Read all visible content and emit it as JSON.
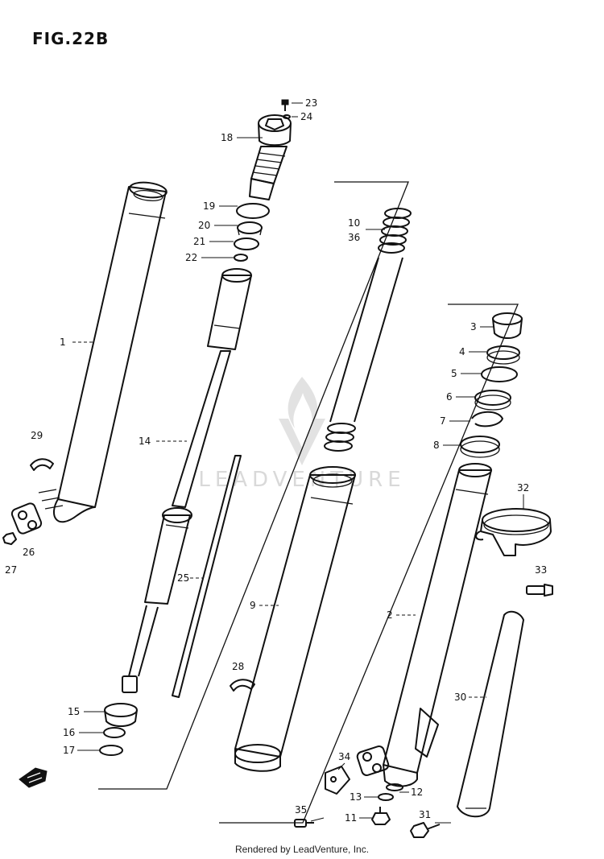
{
  "figure": {
    "title": "FIG.22B"
  },
  "footer": {
    "text": "Rendered by LeadVenture, Inc."
  },
  "watermark": {
    "text": "LEADVENTURE",
    "color": "#d9d9d9"
  },
  "labels": [
    {
      "id": "23",
      "text": "23"
    },
    {
      "id": "24",
      "text": "24"
    },
    {
      "id": "18",
      "text": "18"
    },
    {
      "id": "19",
      "text": "19"
    },
    {
      "id": "20",
      "text": "20"
    },
    {
      "id": "21",
      "text": "21"
    },
    {
      "id": "22",
      "text": "22"
    },
    {
      "id": "10",
      "text": "10"
    },
    {
      "id": "36",
      "text": "36"
    },
    {
      "id": "1",
      "text": "1"
    },
    {
      "id": "3",
      "text": "3"
    },
    {
      "id": "4",
      "text": "4"
    },
    {
      "id": "5",
      "text": "5"
    },
    {
      "id": "6",
      "text": "6"
    },
    {
      "id": "7",
      "text": "7"
    },
    {
      "id": "8",
      "text": "8"
    },
    {
      "id": "29",
      "text": "29"
    },
    {
      "id": "14",
      "text": "14"
    },
    {
      "id": "32",
      "text": "32"
    },
    {
      "id": "26",
      "text": "26"
    },
    {
      "id": "27",
      "text": "27"
    },
    {
      "id": "33",
      "text": "33"
    },
    {
      "id": "25",
      "text": "25"
    },
    {
      "id": "9",
      "text": "9"
    },
    {
      "id": "2",
      "text": "2"
    },
    {
      "id": "28",
      "text": "28"
    },
    {
      "id": "30",
      "text": "30"
    },
    {
      "id": "15",
      "text": "15"
    },
    {
      "id": "16",
      "text": "16"
    },
    {
      "id": "17",
      "text": "17"
    },
    {
      "id": "34",
      "text": "34"
    },
    {
      "id": "12",
      "text": "12"
    },
    {
      "id": "13",
      "text": "13"
    },
    {
      "id": "35",
      "text": "35"
    },
    {
      "id": "11",
      "text": "11"
    },
    {
      "id": "31",
      "text": "31"
    }
  ]
}
